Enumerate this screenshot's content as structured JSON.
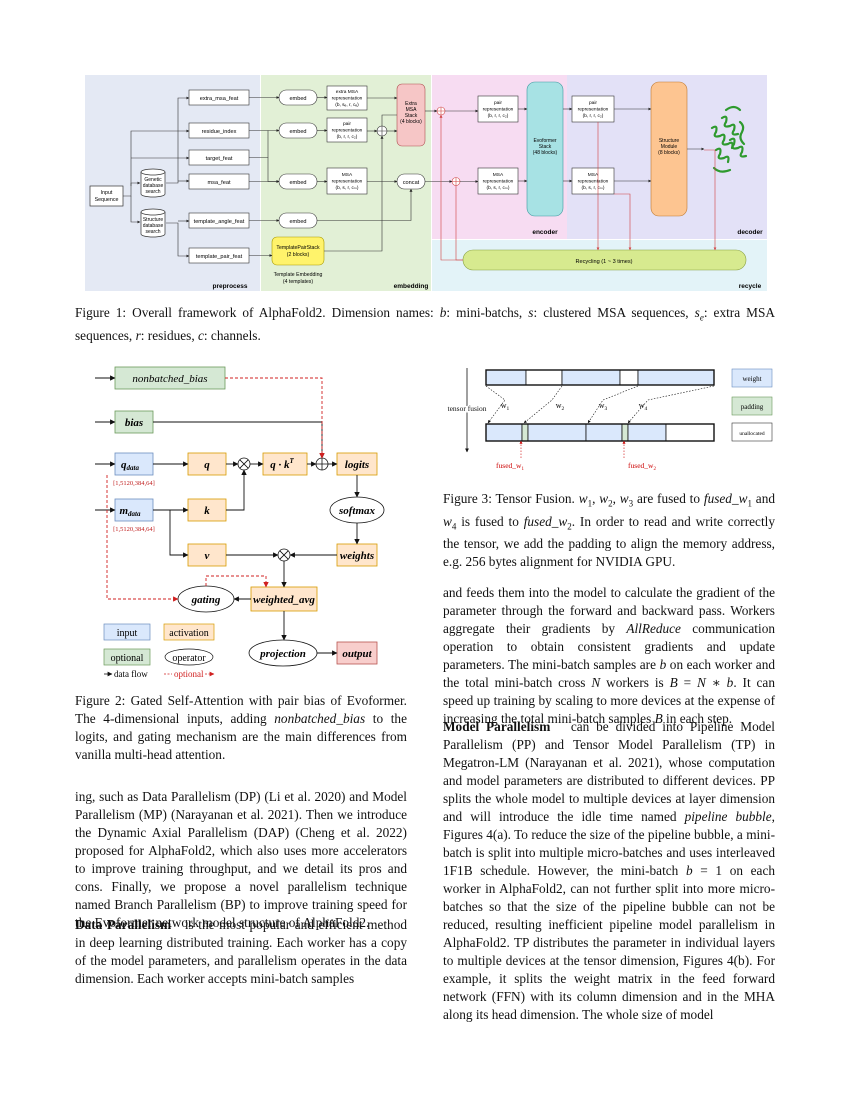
{
  "figure1": {
    "sections": {
      "preprocess": "preprocess",
      "embedding": "embedding",
      "encoder": "encoder",
      "decoder": "decoder",
      "recycle": "recycle"
    },
    "input_sequence": [
      "Input",
      "Sequence"
    ],
    "genetic_search": [
      "Genetic",
      "database",
      "search"
    ],
    "structure_search": [
      "Structure",
      "database",
      "search"
    ],
    "features": [
      "extra_msa_feat",
      "residue_index",
      "target_feat",
      "msa_feat",
      "template_angle_feat",
      "template_pair_feat"
    ],
    "embed": "embed",
    "extra_msa_repr": [
      "extra MSA",
      "representation",
      "(b, sₑ, r, cₑ)"
    ],
    "pair_repr_embed": [
      "pair",
      "representation",
      "(b, r, r, c₂)"
    ],
    "msa_repr_embed": [
      "MSA",
      "representation",
      "(b, s, r, cₘ)"
    ],
    "extra_msa_stack": [
      "Extra",
      "MSA",
      "Stack",
      "(4 blocks)"
    ],
    "concat": "concat",
    "template_pair_stack": [
      "TemplatePairStack",
      "(2 blocks)"
    ],
    "template_embedding": [
      "Template Embedding",
      "(4 templates)"
    ],
    "pair_repr_enc": [
      "pair",
      "representation",
      "(b, r, r, c₂)"
    ],
    "msa_repr_enc": [
      "MSA",
      "representation",
      "(b, s, r, cₘ)"
    ],
    "evoformer": [
      "Evoformer",
      "Stack",
      "(48 blocks)"
    ],
    "pair_repr_dec": [
      "pair",
      "representation",
      "(b, r, r, c₂)"
    ],
    "msa_repr_dec": [
      "MSA",
      "representation",
      "(b, s, r, cₘ)"
    ],
    "structure_module": [
      "Structure",
      "Module",
      "(8 blocks)"
    ],
    "recycling": "Recycling (1 ~ 3 times)"
  },
  "figure1_caption": "Figure 1: Overall framework of AlphaFold2. Dimension names: b: mini-batchs, s: clustered MSA sequences, sₑ: extra MSA sequences, r: residues, c: channels.",
  "figure2": {
    "nonbatched_bias": "nonbatched_bias",
    "bias": "bias",
    "q_data": "q",
    "q_data_sub": "data",
    "m_data": "m",
    "m_data_sub": "data",
    "shape_q": "[1,5120,384,64]",
    "shape_m": "[1,5120,384,64]",
    "q": "q",
    "k": "k",
    "v": "v",
    "qk": "q · k",
    "qk_sup": "T",
    "logits": "logits",
    "softmax": "softmax",
    "weights": "weights",
    "gating": "gating",
    "weighted_avg": "weighted_avg",
    "projection": "projection",
    "output": "output",
    "legend": {
      "input": "input",
      "activation": "activation",
      "optional": "optional",
      "operator": "operator",
      "data_flow": "data flow",
      "optional_flow": "optional"
    }
  },
  "figure2_caption": "Figure 2: Gated Self-Attention with pair bias of Evoformer. The 4-dimensional inputs, adding nonbatched_bias to the logits, and gating mechanism are the main differences from vanilla multi-head attention.",
  "figure3": {
    "tensor_fusion": "tensor fusion",
    "w_labels": [
      "w",
      "w",
      "w",
      "w"
    ],
    "w_subs": [
      "1",
      "2",
      "3",
      "4"
    ],
    "fused_labels": [
      "fused_w",
      "fused_w"
    ],
    "fused_subs": [
      "1",
      "2"
    ],
    "legend": {
      "weight": "weight",
      "padding": "padding",
      "unallocated": "unallocated"
    },
    "colors": {
      "weight": "#dae8fc",
      "padding": "#d5e8d4",
      "unallocated": "#ffffff",
      "red": "#cc0000"
    }
  },
  "figure3_caption": "Figure 3: Tensor Fusion. w₁, w₂, w₃ are fused to fused_w₁ and w₄ is fused to fused_w₂. In order to read and write correctly the tensor, we add the padding to align the memory address, e.g. 256 bytes alignment for NVIDIA GPU.",
  "left_column": {
    "p1": "ing, such as Data Parallelism (DP) (Li et al. 2020) and Model Parallelism (MP) (Narayanan et al. 2021). Then we introduce the Dynamic Axial Parallelism (DAP) (Cheng et al. 2022) proposed for AlphaFold2, which also uses more accelerators to improve training throughput, and we detail its pros and cons. Finally, we propose a novel parallelism technique named Branch Parallelism (BP) to improve training speed for the Evoformer network model structure of AlphaFold2.",
    "p2_head": "Data Parallelism",
    "p2": "is the most popular and efficient method in deep learning distributed training. Each worker has a copy of the model parameters, and parallelism operates in the data dimension. Each worker accepts mini-batch samples"
  },
  "right_column": {
    "p1": "and feeds them into the model to calculate the gradient of the parameter through the forward and backward pass. Workers aggregate their gradients by AllReduce communication operation to obtain consistent gradients and update parameters. The mini-batch samples are b on each worker and the total mini-batch cross N workers is B = N ∗ b. It can speed up training by scaling to more devices at the expense of increasing the total mini-batch samples B in each step.",
    "p2_head": "Model Parallelism",
    "p2": "can be divided into Pipeline Model Parallelism (PP) and Tensor Model Parallelism (TP) in Megatron-LM (Narayanan et al. 2021), whose computation and model parameters are distributed to different devices. PP splits the whole model to multiple devices at layer dimension and will introduce the idle time named pipeline bubble, Figures 4(a). To reduce the size of the pipeline bubble, a mini-batch is split into multiple micro-batches and uses interleaved 1F1B schedule. However, the mini-batch b = 1 on each worker in AlphaFold2, can not further split into more micro-batches so that the size of the pipeline bubble can not be reduced, resulting inefficient pipeline model parallelism in AlphaFold2. TP distributes the parameter in individual layers to multiple devices at the tensor dimension, Figures 4(b). For example, it splits the weight matrix in the feed forward network (FFN) with its column dimension and in the MHA along its head dimension. The whole size of model"
  }
}
